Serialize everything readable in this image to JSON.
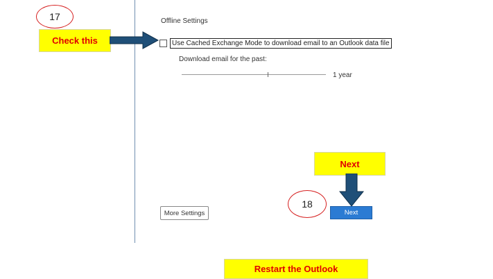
{
  "annotations": {
    "step_17": "17",
    "step_18": "18",
    "check_callout": "Check this",
    "next_callout": "Next",
    "restart_callout": "Restart the Outlook"
  },
  "offline_settings": {
    "title": "Offline Settings",
    "cached_mode_label": "Use Cached Exchange Mode to download email to an Outlook data file",
    "cached_mode_checked": false,
    "download_label": "Download email for the past:",
    "download_value": "1 year"
  },
  "buttons": {
    "more_settings": "More Settings",
    "next": "Next"
  },
  "colors": {
    "callout_bg": "#ffff00",
    "callout_text": "#e00000",
    "arrow": "#1f4f78",
    "primary_button": "#2b7bd3",
    "step_circle": "#d62020"
  }
}
